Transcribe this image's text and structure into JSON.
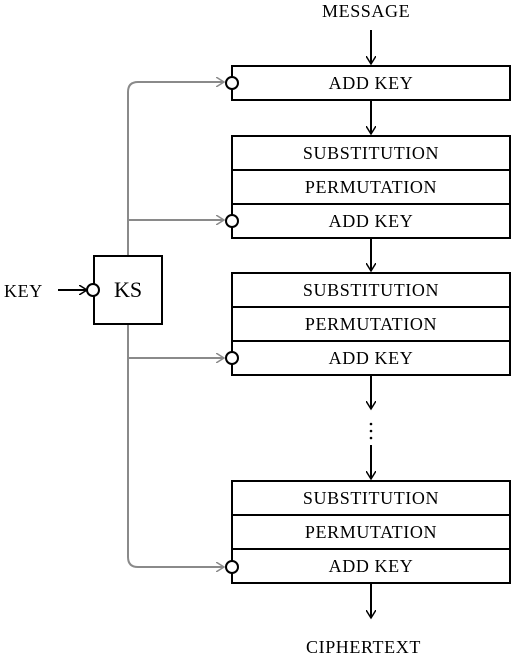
{
  "inputs": {
    "message": "MESSAGE",
    "key": "KEY",
    "ciphertext": "CIPHERTEXT"
  },
  "key_schedule": {
    "label": "KS"
  },
  "initial": {
    "add_key": "ADD KEY"
  },
  "rounds": [
    {
      "substitution": "SUBSTITUTION",
      "permutation": "PERMUTATION",
      "add_key": "ADD KEY"
    },
    {
      "substitution": "SUBSTITUTION",
      "permutation": "PERMUTATION",
      "add_key": "ADD KEY"
    },
    {
      "substitution": "SUBSTITUTION",
      "permutation": "PERMUTATION",
      "add_key": "ADD KEY"
    }
  ],
  "colors": {
    "line": "#000000",
    "key_line": "#8a8a8a"
  }
}
